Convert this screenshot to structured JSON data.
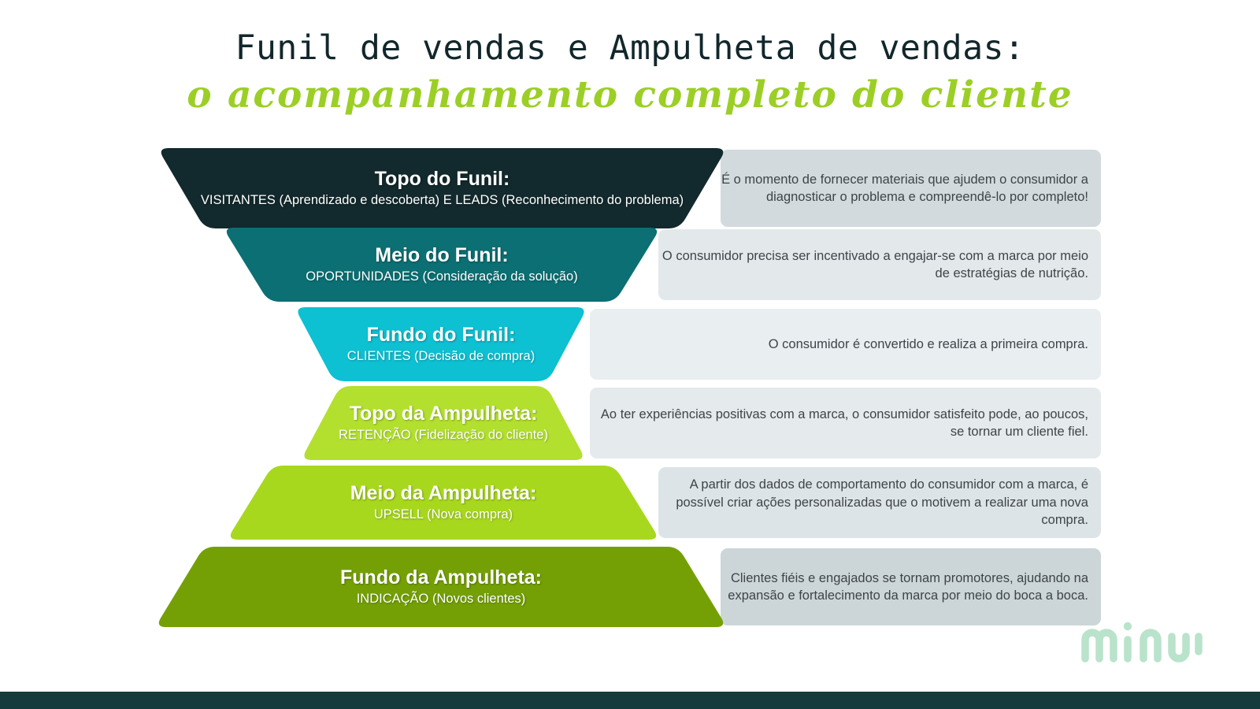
{
  "title": {
    "line1": "Funil de vendas e Ampulheta de vendas:",
    "line2": "o acompanhamento completo do cliente"
  },
  "colors": {
    "title_line1": "#12272b",
    "title_line2": "#9ccf25",
    "panel_light": "#e9eef0",
    "panel_dark": "#d2dade",
    "bottom_bar": "#153b3c",
    "logo": "#b9e3cb"
  },
  "stages": [
    {
      "title": "Topo do Funil:",
      "subtitle": "VISITANTES (Aprendizado e descoberta)  E LEADS (Reconhecimento do problema)",
      "description": "É o momento de fornecer materiais que ajudem o consumidor a diagnosticar o problema e compreendê-lo por completo!",
      "color": "#12292d",
      "panel_color": "#d2dade",
      "shape": "funnel"
    },
    {
      "title": "Meio do Funil:",
      "subtitle": "OPORTUNIDADES (Consideração da solução)",
      "description": "O consumidor precisa ser incentivado a engajar-se com a marca por meio de estratégias de nutrição.",
      "color": "#0b6f73",
      "panel_color": "#e3e9eb",
      "shape": "funnel"
    },
    {
      "title": "Fundo do Funil:",
      "subtitle": "CLIENTES (Decisão de compra)",
      "description": "O consumidor é convertido e realiza a primeira compra.",
      "color": "#0dc0d2",
      "panel_color": "#e9eef0",
      "shape": "funnel"
    },
    {
      "title": "Topo da Ampulheta:",
      "subtitle": "RETENÇÃO (Fidelização do cliente)",
      "description": "Ao ter experiências positivas com a marca, o consumidor satisfeito pode, ao poucos, se tornar um cliente fiel.",
      "color": "#b3e02e",
      "panel_color": "#e5eaec",
      "shape": "hourglass"
    },
    {
      "title": "Meio da Ampulheta:",
      "subtitle": "UPSELL (Nova compra)",
      "description": "A partir dos dados de comportamento do consumidor com a marca, é possível criar ações personalizadas que o motivem a realizar uma nova compra.",
      "color": "#a8d81e",
      "panel_color": "#dde4e7",
      "shape": "hourglass"
    },
    {
      "title": "Fundo da Ampulheta:",
      "subtitle": "INDICAÇÃO (Novos clientes)",
      "description": "Clientes fiéis e engajados se tornam promotores, ajudando na expansão e fortalecimento da marca por meio do boca a boca.",
      "color": "#74a005",
      "panel_color": "#ccd6d9",
      "shape": "hourglass"
    }
  ],
  "logo": {
    "text": "minu"
  }
}
